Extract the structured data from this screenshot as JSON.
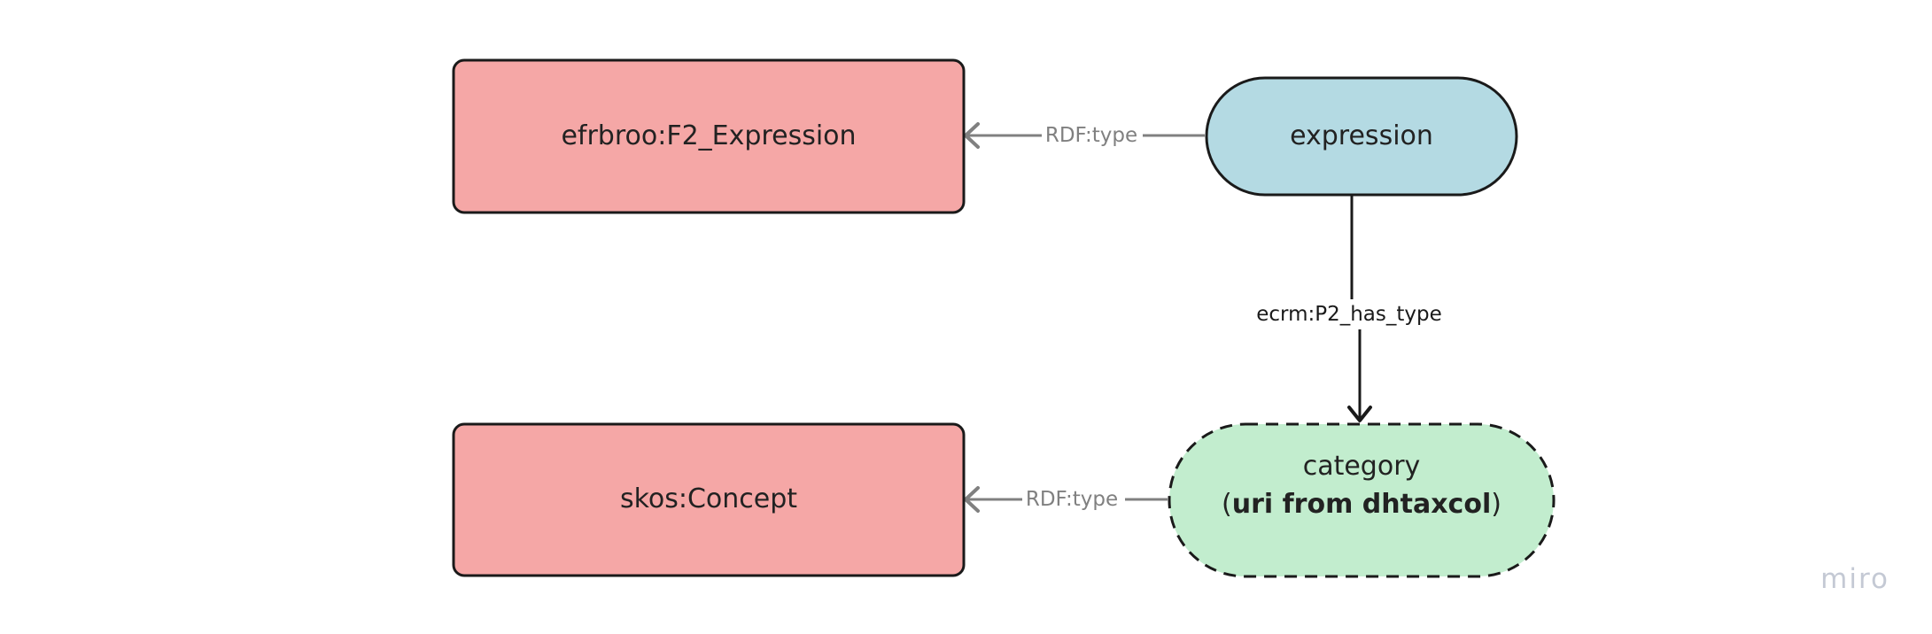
{
  "nodes": {
    "f2_expression": {
      "label": "efrbroo:F2_Expression",
      "fill": "#f5a7a6"
    },
    "skos_concept": {
      "label": "skos:Concept",
      "fill": "#f5a7a6"
    },
    "expression": {
      "label": "expression",
      "fill": "#b4dae3"
    },
    "category": {
      "line1": "category",
      "line2_open": "(",
      "line2_bold": "uri from dhtaxcol",
      "line2_close": ")",
      "fill": "#c2edce"
    }
  },
  "edges": {
    "expression_type": {
      "label": "RDF:type",
      "color": "#808080"
    },
    "expression_has_type": {
      "label": "ecrm:P2_has_type",
      "color": "#1a1a1a"
    },
    "category_type": {
      "label": "RDF:type",
      "color": "#808080"
    }
  },
  "watermark": {
    "text": "miro"
  }
}
